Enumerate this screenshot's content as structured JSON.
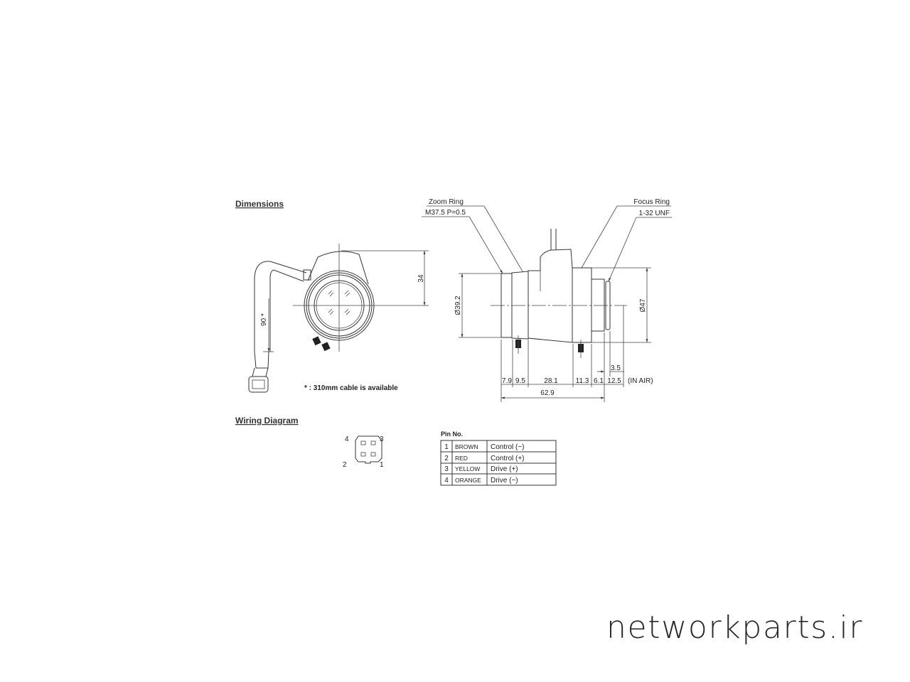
{
  "sections": {
    "dimensions_title": "Dimensions",
    "wiring_title": "Wiring Diagram"
  },
  "front_view": {
    "height_dim": "34",
    "cable_dim": "90 *",
    "cable_note": "* : 310mm cable is available"
  },
  "side_view": {
    "zoom_ring_label": "Zoom Ring",
    "zoom_thread_label": "M37.5 P=0.5",
    "focus_ring_label": "Focus Ring",
    "mount_label": "1-32 UNF",
    "front_diameter": "Ø39.2",
    "rear_diameter": "Ø47",
    "segments": [
      "7.9",
      "9.5",
      "28.1",
      "11.3",
      "6.1",
      "12.5"
    ],
    "flange_dim": "3.5",
    "in_air": "(IN AIR)",
    "total_length": "62.9"
  },
  "wiring": {
    "pin_labels": [
      "4",
      "3",
      "2",
      "1"
    ],
    "table_title": "Pin No.",
    "rows": [
      {
        "pin": "1",
        "color": "BROWN",
        "function": "Control (−)"
      },
      {
        "pin": "2",
        "color": "RED",
        "function": "Control (+)"
      },
      {
        "pin": "3",
        "color": "YELLOW",
        "function": "Drive (+)"
      },
      {
        "pin": "4",
        "color": "ORANGE",
        "function": "Drive (−)"
      }
    ]
  },
  "watermark": "networkparts.ir"
}
